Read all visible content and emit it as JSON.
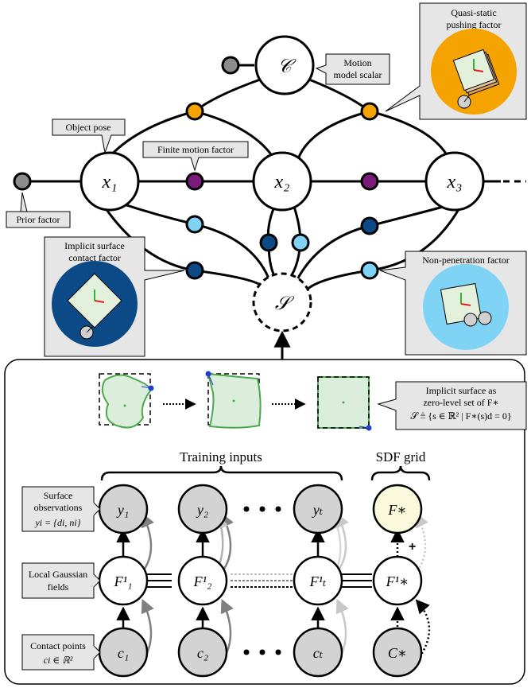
{
  "callouts": {
    "quasi_static": [
      "Quasi-static",
      "pushing factor"
    ],
    "motion_model": [
      "Motion",
      "model scalar"
    ],
    "object_pose": "Object pose",
    "finite_motion": "Finite motion factor",
    "prior": "Prior factor",
    "implicit_contact": [
      "Implicit surface",
      "contact factor"
    ],
    "non_penetration": "Non-penetration factor",
    "implicit_surface": [
      "Implicit surface as",
      "zero-level set of F∗",
      "𝒮 ≜ {s ∈ ℝ² | F∗(s)d = 0}"
    ],
    "surface_obs": [
      "Surface",
      "observations",
      "yi = {di, ni}"
    ],
    "local_gaussian": [
      "Local Gaussian",
      "fields"
    ],
    "contact_points": [
      "Contact points",
      "ci ∈ ℝ²"
    ]
  },
  "nodes": {
    "motion_scalar": "𝒞",
    "surface": "𝒮",
    "x1": "x₁",
    "x2": "x₂",
    "x3": "x₃",
    "y1": "y₁",
    "y2": "y₂",
    "yt": "yₜ",
    "F1": "F¹₁",
    "F2": "F¹₂",
    "Ft": "F¹ₜ",
    "Fstar": "F∗",
    "Fstar1": "F¹∗",
    "c1": "c₁",
    "c2": "c₂",
    "ct": "cₜ",
    "cstar": "C∗"
  },
  "headings": {
    "training_inputs": "Training inputs",
    "sdf_grid": "SDF grid"
  },
  "colors": {
    "orange": "#f5a300",
    "purple": "#7a1a7a",
    "light_blue": "#7fd3f5",
    "dark_blue": "#0b4a86",
    "gray": "#8c8c8c",
    "node_gray": "#d3d3d3",
    "node_yellow": "#fbf9dc",
    "callout_bg": "#e6e6e6",
    "shape_green": "#dbeedb",
    "shape_stroke": "#4ca84c"
  }
}
